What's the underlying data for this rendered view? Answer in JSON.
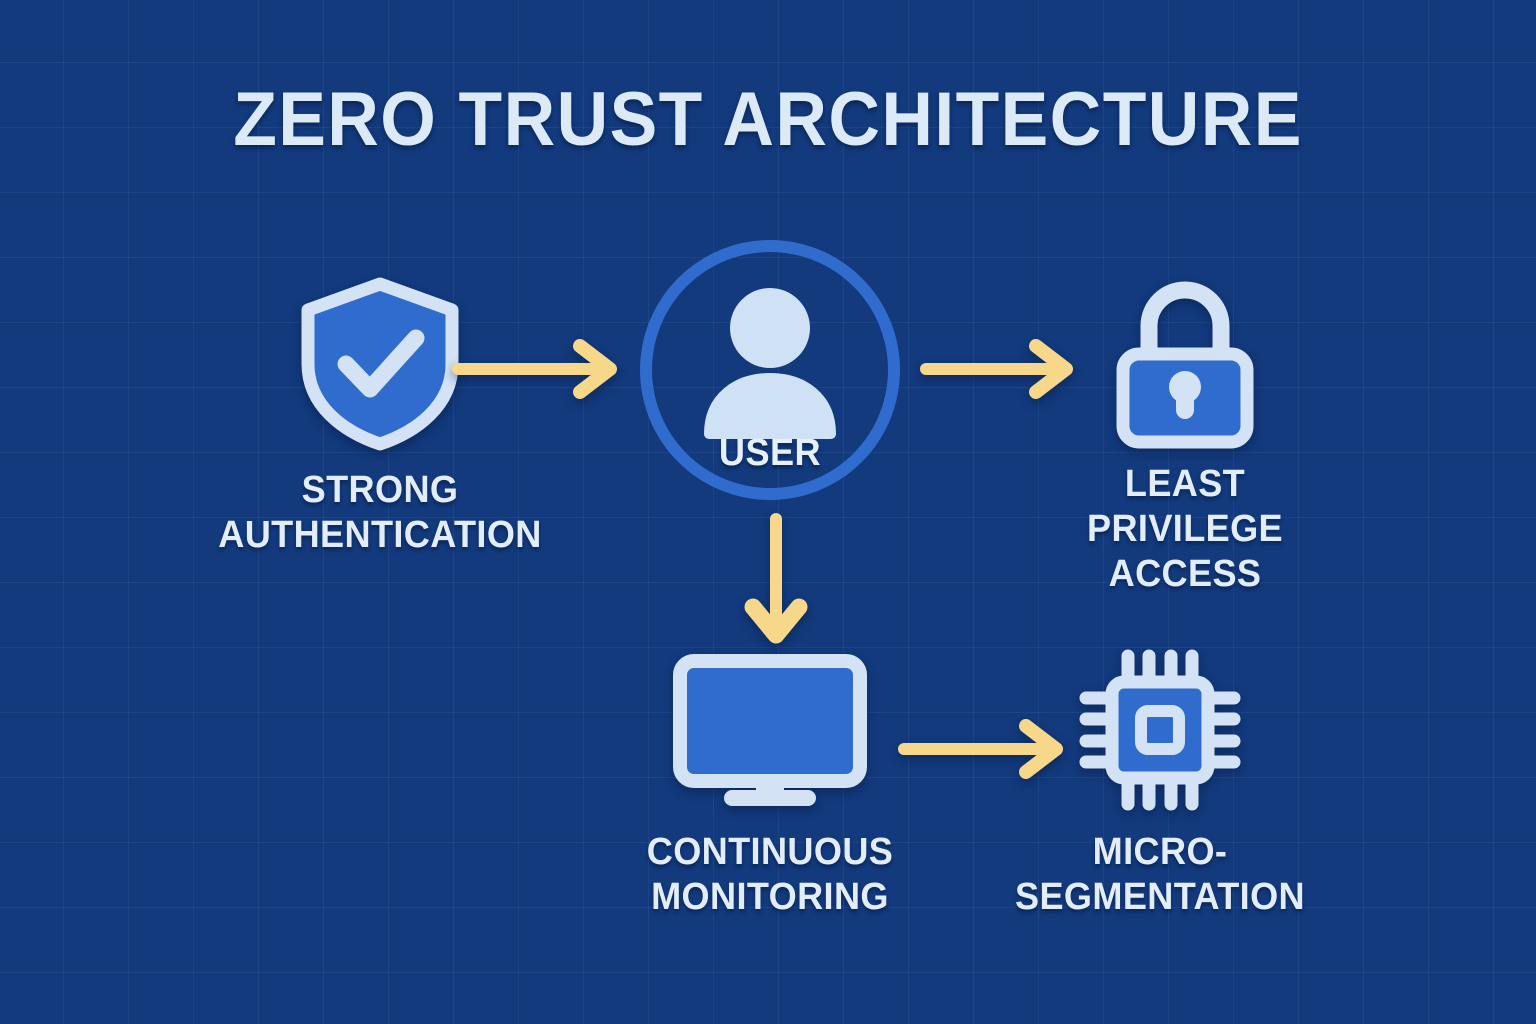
{
  "diagram": {
    "title": "ZERO TRUST ARCHITECTURE",
    "background_color": "#123a7d",
    "grid_color": "#2a5399",
    "accent_blue": "#2f6ccd",
    "icon_light": "#d3e3f5",
    "arrow_color": "#f7d78a",
    "text_color": "#e2edf9"
  },
  "center": {
    "label": "USER",
    "icon": "user-avatar-icon"
  },
  "nodes": [
    {
      "id": "strong-authentication",
      "label": "STRONG\nAUTHENTICATION",
      "icon": "shield-check-icon"
    },
    {
      "id": "least-privilege-access",
      "label": "LEAST\nPRIVILEGE\nACCESS",
      "icon": "lock-icon"
    },
    {
      "id": "continuous-monitoring",
      "label": "CONTINUOUS\nMONITORING",
      "icon": "monitor-icon"
    },
    {
      "id": "micro-segmentation",
      "label": "MICRO-\nSEGMENTATION",
      "icon": "chip-icon"
    }
  ],
  "arrows": [
    {
      "id": "auth-to-user",
      "from": "strong-authentication",
      "to": "user",
      "direction": "right"
    },
    {
      "id": "user-to-lock",
      "from": "user",
      "to": "least-privilege-access",
      "direction": "right"
    },
    {
      "id": "user-to-monitor",
      "from": "user",
      "to": "continuous-monitoring",
      "direction": "down"
    },
    {
      "id": "monitor-to-chip",
      "from": "continuous-monitoring",
      "to": "micro-segmentation",
      "direction": "right"
    }
  ]
}
